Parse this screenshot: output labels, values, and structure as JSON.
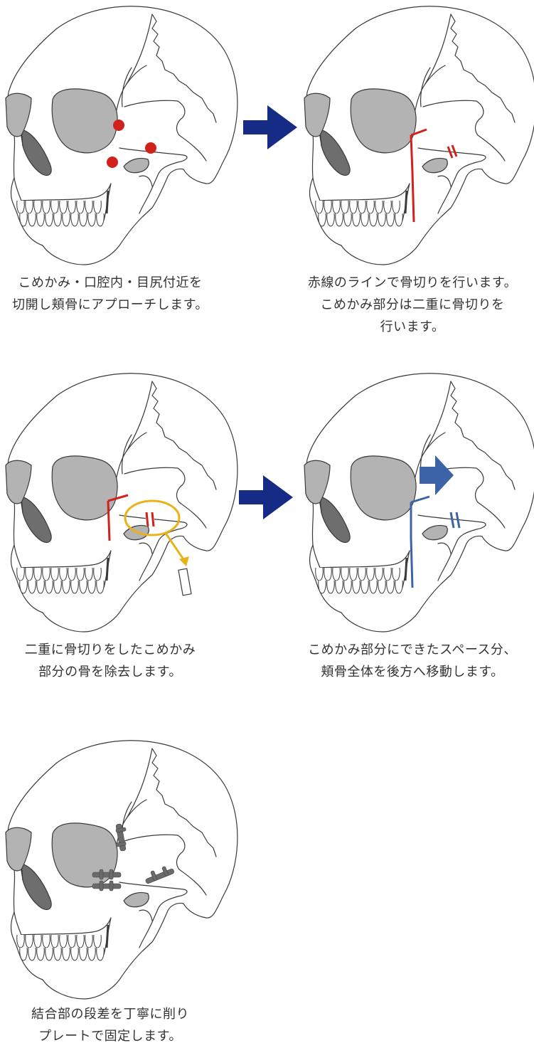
{
  "colors": {
    "outline": "#3a3a3a",
    "socket": "#b3b3b3",
    "nasal": "#6e6e6e",
    "incision_marker": "#d0211c",
    "cut_line": "#d0211c",
    "removed_circle": "#eab219",
    "move_arrow": "#3c63a6",
    "step_arrow": "#152b86",
    "plate": "#6b6b6b"
  },
  "steps": [
    {
      "id": "step-1",
      "icons": [
        "skull-icon",
        "incision-marker-icon"
      ],
      "caption": [
        "こめかみ・口腔内・目尻付近を",
        "切開し頬骨にアプローチします。"
      ]
    },
    {
      "id": "step-2",
      "icons": [
        "skull-icon",
        "cut-line-icon"
      ],
      "caption": [
        "赤線のラインで骨切りを行います。",
        "こめかみ部分は二重に骨切りを",
        "行います。"
      ]
    },
    {
      "id": "step-3",
      "icons": [
        "skull-icon",
        "bone-removal-icon"
      ],
      "caption": [
        "二重に骨切りをしたこめかみ",
        "部分の骨を除去します。"
      ]
    },
    {
      "id": "step-4",
      "icons": [
        "skull-icon",
        "move-back-arrow-icon"
      ],
      "caption": [
        "こめかみ部分にできたスペース分、",
        "頬骨全体を後方へ移動します。"
      ]
    },
    {
      "id": "step-5",
      "icons": [
        "skull-icon",
        "fixation-plate-icon"
      ],
      "caption": [
        "結合部の段差を丁寧に削り",
        "プレートで固定します。"
      ]
    }
  ],
  "step_arrows": [
    "arrow-right-icon",
    "arrow-right-icon"
  ]
}
